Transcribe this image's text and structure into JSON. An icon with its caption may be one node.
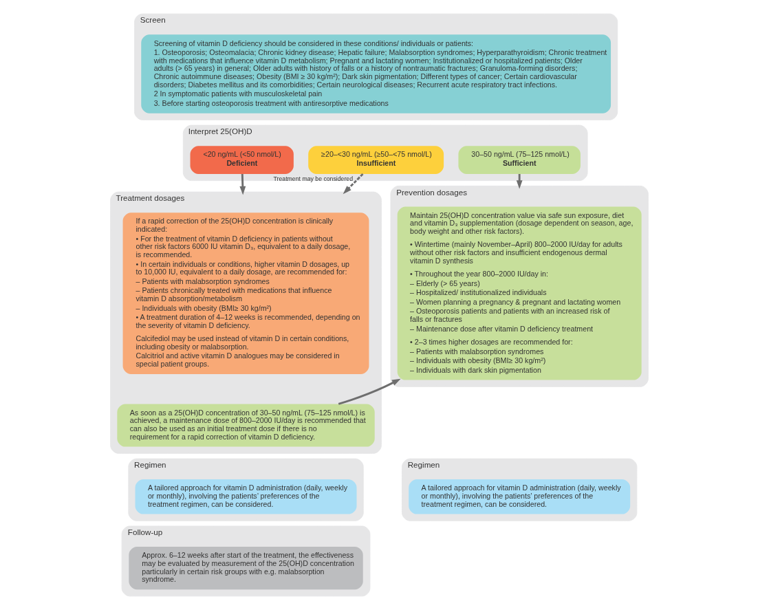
{
  "diagram": {
    "nodes": [
      {
        "text": [
          "Screen"
        ]
      },
      {
        "text": [
          "Screening of vitamin D deficiency should be considered in these conditions/ individuals or patients:",
          "1. Osteoporosis; Osteomalacia; Chronic kidney disease; Hepatic failure; Malabsorption syndromes; Hyperparathyroidism; Chronic treatment with medications that influence vitamin D metabolism; Pregnant and lactating women; Institutionalized or hospitalized patients; Older adults (> 65 years) in general; Older adults with history of falls or a history of nontraumatic fractures; Granuloma-forming disorders; Chronic autoimmune diseases; Obesity (BMI ≥ 30 kg/m²); Dark skin pigmentation; Different types of cancer; Certain cardiovascular disorders; Diabetes mellitus and its comorbidities; Certain neurological diseases; Recurrent acute respiratory tract infections.",
          "2 In symptomatic patients with musculoskeletal pain",
          "3. Before starting osteoporosis treatment with antiresorptive medications"
        ],
        "in": 0
      },
      {
        "text": [
          "Interpret 25(OH)D"
        ]
      },
      {
        "text": [
          "30–50 ng/mL (75–125 nmol/L)",
          "Sufficient"
        ],
        "in": 2
      },
      {
        "text": [
          "≥20–<30 ng/mL (≥50–<75 nmol/L)",
          "Insufficient"
        ],
        "in": 2
      },
      {
        "text": [
          "<20 ng/mL (<50 nmol/L)",
          "Deficient"
        ],
        "in": 2
      },
      {
        "text": [
          "Prevention dosages"
        ]
      },
      {
        "text": [
          "Maintain 25(OH)D concentration value via safe sun exposure, diet and vitamin D₃ supplementation (dosage dependent on season, age, body weight and other risk factors).",
          "• Wintertime (mainly November–April) 800–2000 IU/day for adults without other risk factors and insufficient endogenous dermal vitamin D synthesis",
          "• Throughout the year 800–2000 IU/day in:",
          "– Elderly (> 65 years)",
          "– Hospitalized/ institutionalized individuals",
          "– Women planning a pregnancy & pregnant and lactating women",
          "– Osteoporosis patients and patients with an increased risk of falls or fractures",
          "– Maintenance dose after vitamin D deficiency treatment",
          "• 2–3 times higher dosages are recommended for:",
          "– Patients with malabsorption syndromes",
          "– Individuals with obesity (BMI≥ 30 kg/m²)",
          "– Individuals with dark skin pigmentation"
        ],
        "in": 6
      },
      {
        "text": [
          "Treatment dosages"
        ]
      },
      {
        "text": [
          "If a rapid correction of the 25(OH)D concentration is clinically indicated:",
          "• For the treatment of vitamin D deficiency in patients without other risk factors 6000 IU vitamin D₃, equivalent to a daily dosage, is recommended.",
          "• In certain individuals or conditions, higher vitamin D dosages, up to 10,000 IU, equivalent to a daily dosage, are recommended for:",
          "– Patients with malabsorption syndromes",
          "– Patients chronically treated with medications that influence vitamin D absorption/metabolism",
          "– Individuals with obesity (BMI≥ 30 kg/m²)",
          "• A treatment duration of 4–12 weeks is recommended, depending on the severity of vitamin D deficiency.",
          "Calcifediol may be used instead of vitamin D in certain conditions, including obesity or malabsorption.",
          "Calcitriol and active vitamin D analogues may be considered in special patient groups."
        ],
        "in": 8
      },
      {
        "text": [
          "As soon as a 25(OH)D concentration of 30–50 ng/mL (75–125 nmol/L) is achieved, a maintenance dose of 800–2000 IU/day is recommended that can also be used as an initial treatment dose if there is no requirement for a rapid correction of vitamin D deficiency."
        ],
        "in": 8
      },
      {
        "text": [
          "Regimen"
        ]
      },
      {
        "text": [
          "A tailored approach for vitamin D administration (daily, weekly or monthly), involving the patients’ preferences of the treatment regimen, can be considered."
        ],
        "in": 11
      },
      {
        "text": [
          "Regimen"
        ]
      },
      {
        "text": [
          "A tailored approach for vitamin D administration (daily, weekly or monthly), involving the patients’ preferences of the treatment regimen, can be considered."
        ],
        "in": 13
      },
      {
        "text": [
          "Follow-up"
        ]
      },
      {
        "text": [
          "Approx. 6–12 weeks after start of the treatment, the effectiveness may be evaluated by measurement of the 25(OH)D concentration particularly in certain risk groups with e.g. malabsorption syndrome."
        ],
        "in": 15
      }
    ],
    "edges": [
      {
        "from": 3,
        "to": 6,
        "arrow": "to"
      },
      {
        "from": 4,
        "to": 8,
        "arrow": "to",
        "style": "dashed",
        "label": "Treatment may be considered"
      },
      {
        "from": 5,
        "to": 8,
        "arrow": "to"
      },
      {
        "from": 10,
        "to": 7,
        "arrow": "to"
      }
    ]
  }
}
